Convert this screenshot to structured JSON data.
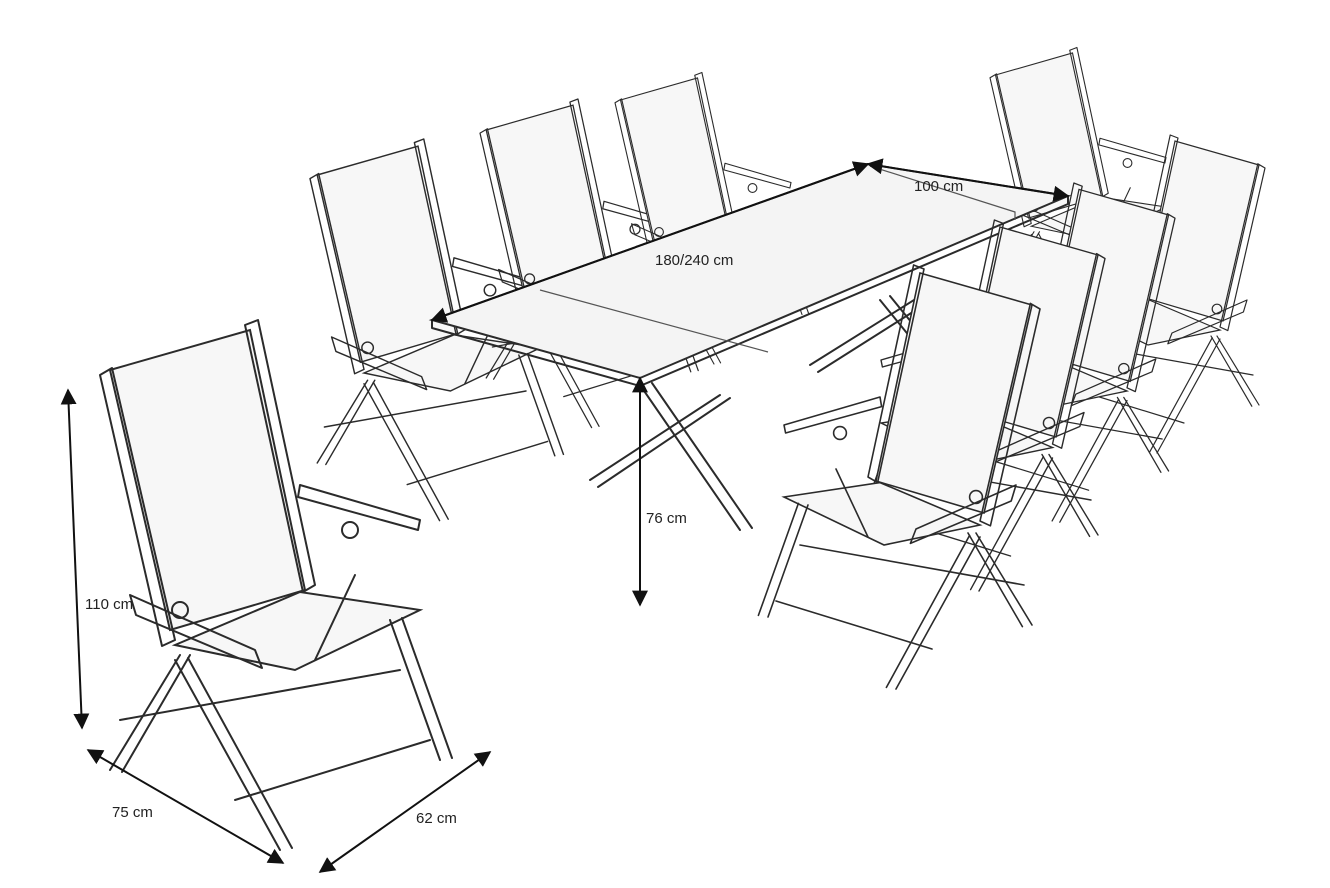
{
  "dimensions": {
    "table_length": "180/240 cm",
    "table_width": "100 cm",
    "table_height": "76 cm",
    "chair_height": "110 cm",
    "chair_depth": "75 cm",
    "chair_width": "62 cm"
  },
  "colors": {
    "line": "#2b2b2b",
    "background": "#ffffff"
  }
}
